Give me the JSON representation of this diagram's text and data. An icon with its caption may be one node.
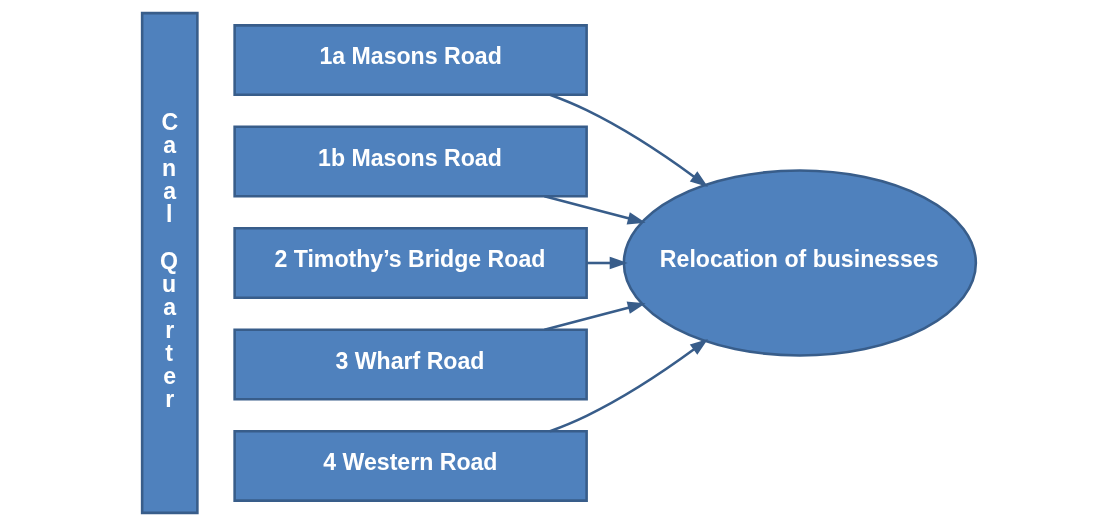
{
  "diagram": {
    "nodes": [
      {
        "text": [
          "Canal Quarter"
        ]
      },
      {
        "text": [
          "1a Masons Road"
        ]
      },
      {
        "text": [
          "1b Masons Road"
        ]
      },
      {
        "text": [
          "2 Timothy’s Bridge Road"
        ]
      },
      {
        "text": [
          "3 Wharf Road"
        ]
      },
      {
        "text": [
          "4 Western Road"
        ]
      },
      {
        "text": [
          "Relocation of businesses"
        ]
      }
    ],
    "edges": [
      {
        "from": 1,
        "to": 6,
        "arrow": "to"
      },
      {
        "from": 2,
        "to": 6,
        "arrow": "to"
      },
      {
        "from": 3,
        "to": 6,
        "arrow": "to"
      },
      {
        "from": 4,
        "to": 6,
        "arrow": "to"
      },
      {
        "from": 5,
        "to": 6,
        "arrow": "to"
      }
    ]
  }
}
